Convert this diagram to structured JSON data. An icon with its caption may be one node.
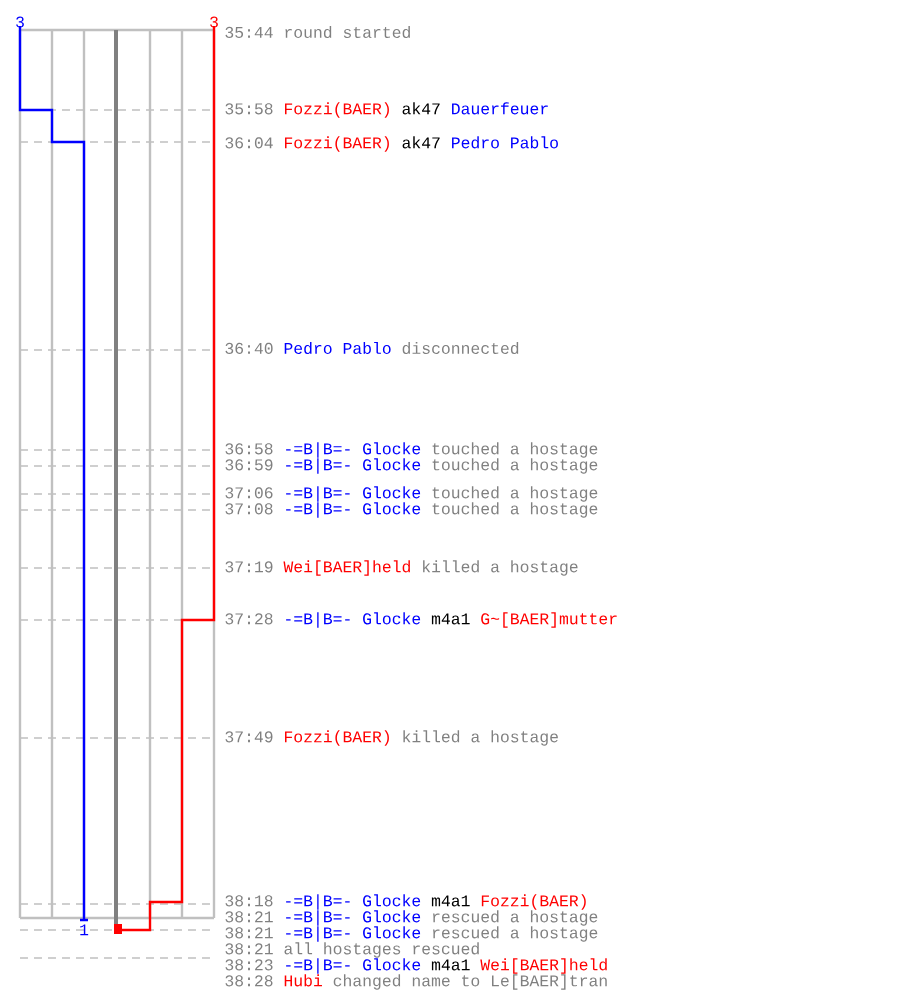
{
  "diagram": {
    "labels": [
      "3",
      "3",
      "35:44",
      "round started",
      "35:58",
      "Fozzi(BAER)",
      "ak47",
      "Dauerfeuer",
      "36:04",
      "Fozzi(BAER)",
      "ak47",
      "Pedro Pablo",
      "36:40",
      "Pedro Pablo",
      "disconnected",
      "36:58",
      "-=B|B=- Glocke",
      "touched a hostage",
      "36:59",
      "-=B|B=- Glocke",
      "touched a hostage",
      "37:06",
      "-=B|B=- Glocke",
      "touched a hostage",
      "37:08",
      "-=B|B=- Glocke",
      "touched a hostage",
      "37:19",
      "Wei[BAER]held",
      "killed a hostage",
      "37:28",
      "-=B|B=- Glocke",
      "m4a1",
      "G~[BAER]mutter",
      "37:49",
      "Fozzi(BAER)",
      "killed a hostage",
      "38:18",
      "-=B|B=- Glocke",
      "m4a1",
      "Fozzi(BAER)",
      "38:21",
      "-=B|B=- Glocke",
      "rescued a hostage",
      "38:21",
      "-=B|B=- Glocke",
      "rescued a hostage",
      "38:21",
      "all hostages rescued",
      "38:23",
      "-=B|B=- Glocke",
      "m4a1",
      "Wei[BAER]held",
      "38:28",
      "Hubi",
      "changed name to Le[BAER]tran",
      "1"
    ]
  }
}
